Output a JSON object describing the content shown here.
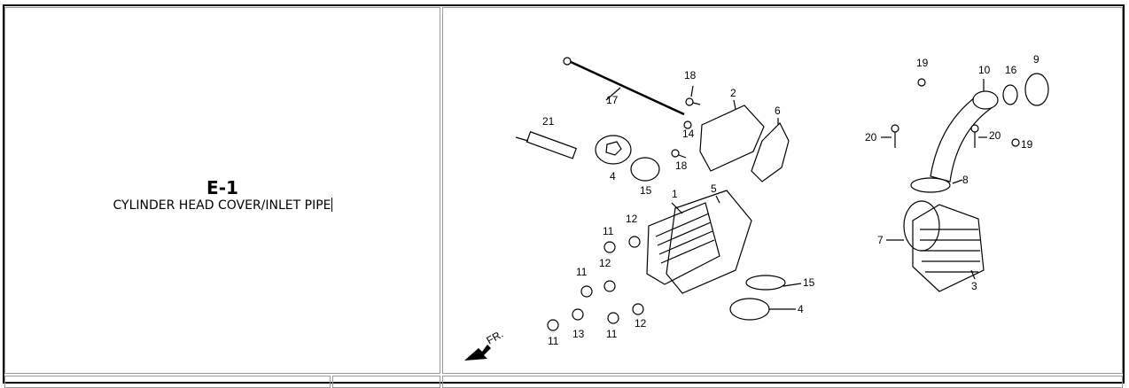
{
  "section": {
    "code": "E-1",
    "title": "CYLINDER HEAD COVER/INLET PIPE"
  },
  "diagram": {
    "direction_label": "FR.",
    "callouts": [
      "1",
      "2",
      "3",
      "4",
      "4",
      "5",
      "6",
      "7",
      "8",
      "9",
      "10",
      "11",
      "11",
      "11",
      "11",
      "12",
      "12",
      "12",
      "13",
      "14",
      "15",
      "15",
      "16",
      "17",
      "18",
      "18",
      "19",
      "19",
      "20",
      "20",
      "21"
    ]
  },
  "table_header": {
    "col1": "",
    "col2": "",
    "col3": ""
  }
}
